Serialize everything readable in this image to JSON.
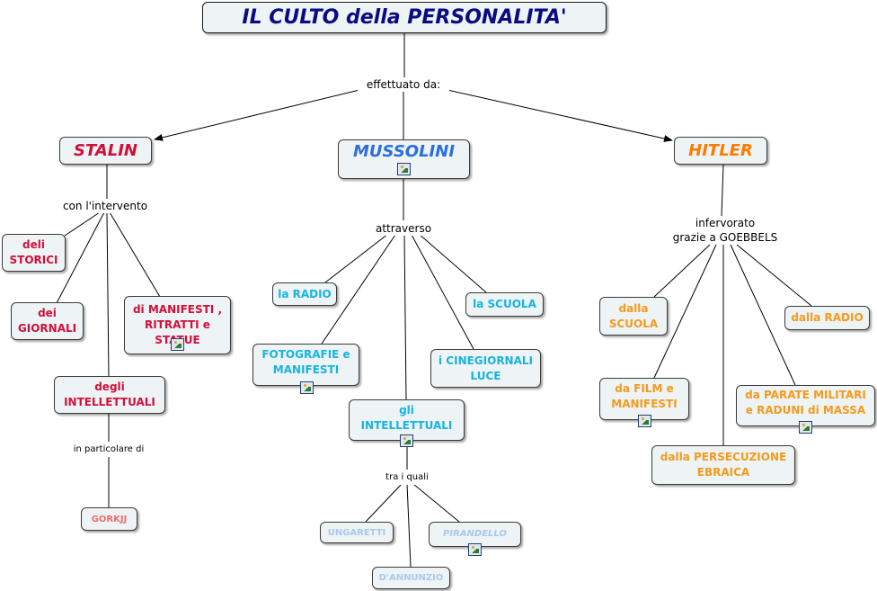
{
  "colors": {
    "title": "#0b0b80",
    "stalin": "#d0103a",
    "mussolini": "#2b6ee0",
    "hitler": "#ff7b00",
    "stalin_children": "#d0103a",
    "mussolini_children": "#16b4e0",
    "hitler_children": "#f59a1c",
    "mussolini_grandchildren": "#a9c9ec",
    "gorkjj": "#f06c6c"
  },
  "title": "IL CULTO della PERSONALITA'",
  "link_labels": {
    "root": "effettuato da:",
    "stalin": "con l'intervento",
    "stalin_intellettuali": "in particolare di",
    "mussolini": "attraverso",
    "mussolini_intellettuali": "tra i quali",
    "hitler": "infervorato\ngrazie a GOEBBELS"
  },
  "leaders": {
    "stalin": "STALIN",
    "mussolini": "MUSSOLINI",
    "hitler": "HITLER"
  },
  "stalin_items": {
    "storici": "deli\nSTORICI",
    "giornali": "dei\nGIORNALI",
    "manifesti": "di MANIFESTI ,\nRITRATTI e\nSTATUE",
    "intellettuali": "degli\nINTELLETTUALI",
    "gorkjj": "GORKJJ"
  },
  "mussolini_items": {
    "radio": "la RADIO",
    "scuola": "la SCUOLA",
    "fotografie": "FOTOGRAFIE e\nMANIFESTI",
    "cinegiornali": "i CINEGIORNALI\nLUCE",
    "intellettuali": "gli\nINTELLETTUALI",
    "ungaretti": "UNGARETTI",
    "pirandello": "PIRANDELLO",
    "dannunzio": "D'ANNUNZIO"
  },
  "hitler_items": {
    "scuola": "dalla\nSCUOLA",
    "radio": "dalla RADIO",
    "film": "da FILM e\nMANIFESTI",
    "parate": "da PARATE MILITARI\ne RADUNI di MASSA",
    "persecuzione": "dalla PERSECUZIONE\nEBRAICA"
  },
  "icons": [
    "image-icon"
  ]
}
